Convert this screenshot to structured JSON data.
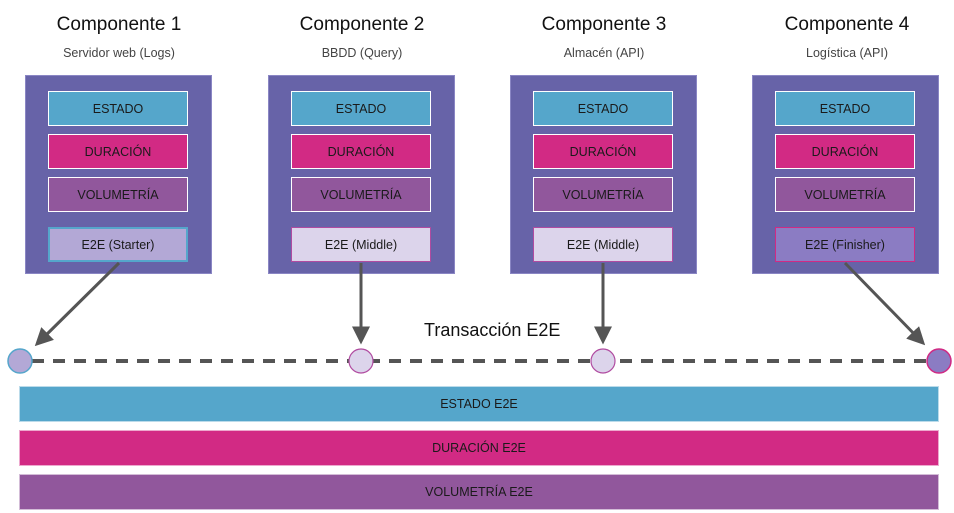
{
  "colors": {
    "estado": "#55a6cb",
    "duracion": "#d22a84",
    "volumetria": "#91579c",
    "component_box": "#6763a8",
    "arrow": "#555555"
  },
  "components": [
    {
      "title": "Componente 1",
      "subtitle": "Servidor web (Logs)",
      "metrics": [
        "ESTADO",
        "DURACIÓN",
        "VOLUMETRÍA"
      ],
      "e2e_label": "E2E (Starter)",
      "e2e_role": "starter"
    },
    {
      "title": "Componente 2",
      "subtitle": "BBDD (Query)",
      "metrics": [
        "ESTADO",
        "DURACIÓN",
        "VOLUMETRÍA"
      ],
      "e2e_label": "E2E (Middle)",
      "e2e_role": "middle"
    },
    {
      "title": "Componente 3",
      "subtitle": "Almacén (API)",
      "metrics": [
        "ESTADO",
        "DURACIÓN",
        "VOLUMETRÍA"
      ],
      "e2e_label": "E2E (Middle)",
      "e2e_role": "middle"
    },
    {
      "title": "Componente 4",
      "subtitle": "Logística (API)",
      "metrics": [
        "ESTADO",
        "DURACIÓN",
        "VOLUMETRÍA"
      ],
      "e2e_label": "E2E (Finisher)",
      "e2e_role": "finisher"
    }
  ],
  "transaction": {
    "label": "Transacción E2E"
  },
  "e2e_bars": [
    {
      "label": "ESTADO E2E"
    },
    {
      "label": "DURACIÓN E2E"
    },
    {
      "label": "VOLUMETRÍA E2E"
    }
  ]
}
